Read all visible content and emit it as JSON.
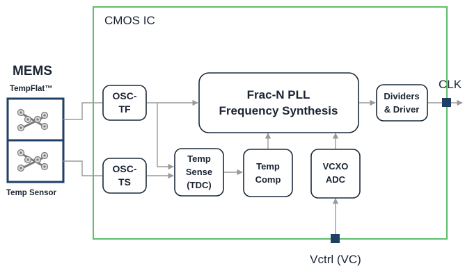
{
  "chip_label": "CMOS IC",
  "mems": {
    "title": "MEMS",
    "top_label": "TempFlat™",
    "bottom_label": "Temp Sensor",
    "icon": "resonator-icon"
  },
  "blocks": {
    "osc_tf": {
      "line1": "OSC-",
      "line2": "TF"
    },
    "osc_ts": {
      "line1": "OSC-",
      "line2": "TS"
    },
    "pll": {
      "line1": "Frac-N PLL",
      "line2": "Frequency Synthesis"
    },
    "dividers": {
      "line1": "Dividers",
      "line2": "& Driver"
    },
    "temp_sense": {
      "line1": "Temp",
      "line2": "Sense",
      "line3": "(TDC)"
    },
    "temp_comp": {
      "line1": "Temp",
      "line2": "Comp"
    },
    "vcxo_adc": {
      "line1": "VCXO",
      "line2": "ADC"
    }
  },
  "pins": {
    "clk": "CLK",
    "vctrl": "Vctrl (VC)"
  },
  "colors": {
    "chip_border": "#5cbf6a",
    "block_border": "#1c2a3a",
    "mems_border": "#1f3f66",
    "arrow": "#9a9a9a",
    "pin": "#1f3f66"
  }
}
